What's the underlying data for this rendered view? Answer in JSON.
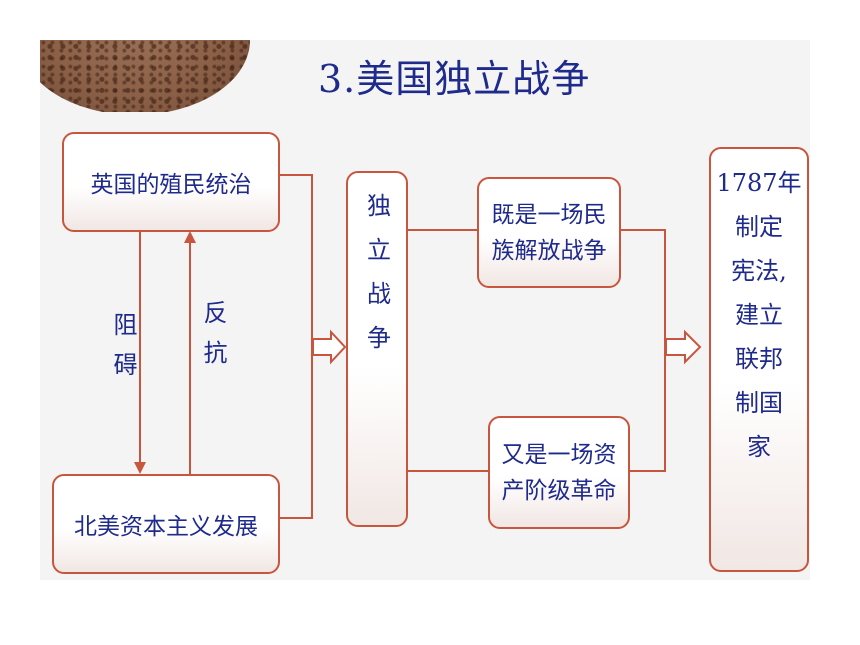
{
  "title": "3.美国独立战争",
  "boxes": {
    "colonial_rule": "英国的殖民统治",
    "na_capitalism": "北美资本主义发展",
    "independence_war": "独立战争",
    "national_liberation": "既是一场民\n族解放战争",
    "bourgeois_revolution": "又是一场资\n产阶级革命",
    "outcome": "1787年\n制定\n宪法,\n建立\n联邦\n制国\n家"
  },
  "labels": {
    "obstruct": "阻碍",
    "resist": "反抗"
  },
  "colors": {
    "text": "#1e2a8c",
    "border": "#c8553d"
  }
}
